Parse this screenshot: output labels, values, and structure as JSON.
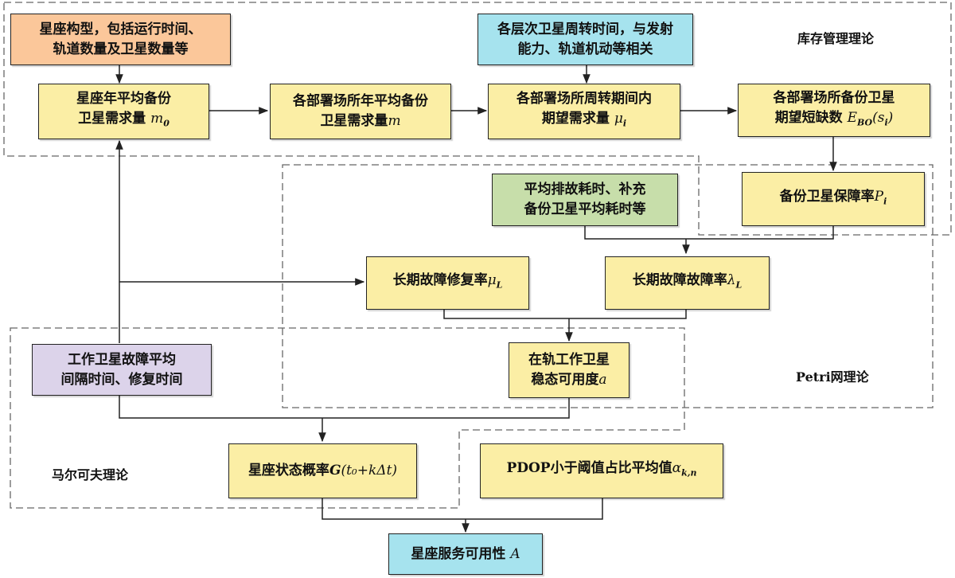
{
  "regions": {
    "inventory": "库存管理理论",
    "petri": "Petri网理论",
    "markov": "马尔可夫理论"
  },
  "nodes": {
    "constellation_config": {
      "line1": "星座构型，包括运行时间、",
      "line2": "轨道数量及卫星数量等",
      "color": "#fbc79a"
    },
    "turnover_time": {
      "line1": "各层次卫星周转时间，与发射",
      "line2": "能力、轨道机动等相关",
      "color": "#a6e3ee"
    },
    "annual_demand": {
      "line1": "星座年平均备份",
      "line2": "卫星需求量",
      "math": "m",
      "sub": "0",
      "color": "#fbeea5"
    },
    "site_annual_demand": {
      "line1": "各部署场所年平均备份",
      "line2": "卫星需求量",
      "math": "m",
      "color": "#fbeea5"
    },
    "site_period_demand": {
      "line1": "各部署场所周转期间内",
      "line2": "期望需求量",
      "math": "μ",
      "sub": "i",
      "color": "#fbeea5"
    },
    "site_shortage": {
      "line1": "各部署场所备份卫星",
      "line2": "期望短缺数",
      "math": "E",
      "sub": "BO",
      "suffix": "(s",
      "suffix_sub": "i",
      "suffix_end": ")",
      "color": "#fbeea5"
    },
    "fault_time": {
      "line1": "平均排故耗时、补充",
      "line2": "备份卫星平均耗时等",
      "color": "#c7deaa"
    },
    "backup_guarantee": {
      "line1": "备份卫星保障率",
      "math": "P",
      "sub": "i",
      "color": "#fbeea5"
    },
    "repair_rate": {
      "line1": "长期故障修复率",
      "math": "μ",
      "sub": "L",
      "color": "#fbeea5"
    },
    "failure_rate": {
      "line1": "长期故障故障率",
      "math": "λ",
      "sub": "L",
      "color": "#fbeea5"
    },
    "work_sat_fault": {
      "line1": "工作卫星故障平均",
      "line2": "间隔时间、修复时间",
      "color": "#dcd3ea"
    },
    "steady_availability": {
      "line1": "在轨工作卫星",
      "line2": "稳态可用度",
      "math": "a",
      "color": "#fbeea5"
    },
    "state_prob": {
      "line1": "星座状态概率",
      "bold_math": "G",
      "math": "(t₀+kΔt)",
      "color": "#fbeea5"
    },
    "pdop": {
      "line1": "PDOP小于阈值占比平均值",
      "math": "α",
      "sub": "k,n",
      "color": "#fbeea5"
    },
    "service_availability": {
      "line1": "星座服务可用性",
      "math": "A",
      "color": "#a6e3ee"
    }
  }
}
